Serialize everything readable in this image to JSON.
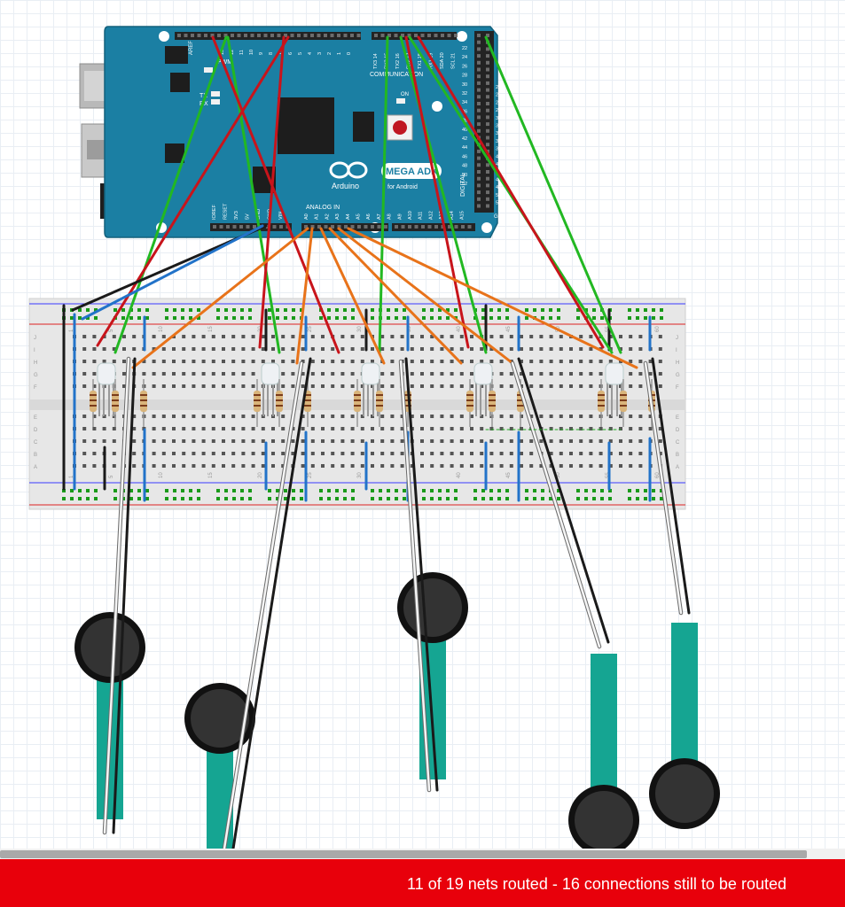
{
  "board": {
    "brand": "Arduino",
    "model": "MEGA ADK",
    "subtitle": "for Android",
    "pwm_label": "PWM",
    "comm_label": "COMMUNICATION",
    "analog_label": "ANALOG IN",
    "digital_label": "DIGITAL",
    "aref": "AREF",
    "gnd": "GND",
    "tx": "TX",
    "rx": "RX",
    "on": "ON",
    "reset": "RESET",
    "power_labels": [
      "IOREF",
      "RESET",
      "3V3",
      "5V",
      "GND",
      "GND",
      "VIN"
    ],
    "analog_pins": [
      "A0",
      "A1",
      "A2",
      "A3",
      "A4",
      "A5",
      "A6",
      "A7",
      "A8",
      "A9",
      "A10",
      "A11",
      "A12",
      "A13",
      "A14",
      "A15"
    ],
    "digital_top_pins": [
      "13",
      "12",
      "11",
      "10",
      "9",
      "8",
      "7",
      "6",
      "5",
      "4",
      "3",
      "2",
      "1",
      "0"
    ],
    "comm_pins": [
      "TX3 14",
      "RX3 15",
      "TX2 16",
      "RX2 17",
      "TX1 18",
      "RX1 19",
      "SDA 20",
      "SCL 21"
    ],
    "header_left_pins": [
      "22",
      "24",
      "26",
      "28",
      "30",
      "32",
      "34",
      "36",
      "38",
      "40",
      "42",
      "44",
      "46",
      "48",
      "50",
      "52"
    ],
    "header_right_pins": [
      "23",
      "25",
      "27",
      "29",
      "31",
      "33",
      "35",
      "37",
      "39",
      "41",
      "43",
      "45",
      "47",
      "49",
      "51",
      "53"
    ]
  },
  "breadboard": {
    "column_numbers": [
      "1",
      "5",
      "10",
      "15",
      "20",
      "25",
      "30",
      "35",
      "40",
      "45",
      "50",
      "55",
      "60"
    ],
    "row_letters_top": [
      "J",
      "I",
      "H",
      "G",
      "F"
    ],
    "row_letters_bottom": [
      "E",
      "D",
      "C",
      "B",
      "A"
    ]
  },
  "status": {
    "message": "11 of 19 nets routed - 16 connections still to be routed"
  },
  "colors": {
    "board": "#1b7fa3",
    "red_wire": "#c8141b",
    "green_wire": "#22b822",
    "black_wire": "#1a1a1a",
    "orange_wire": "#e8731a",
    "blue_wire": "#2273c9",
    "white_wire": "#f5f5f5",
    "sensor_strip": "#15a592",
    "status_bar": "#e8000b"
  }
}
